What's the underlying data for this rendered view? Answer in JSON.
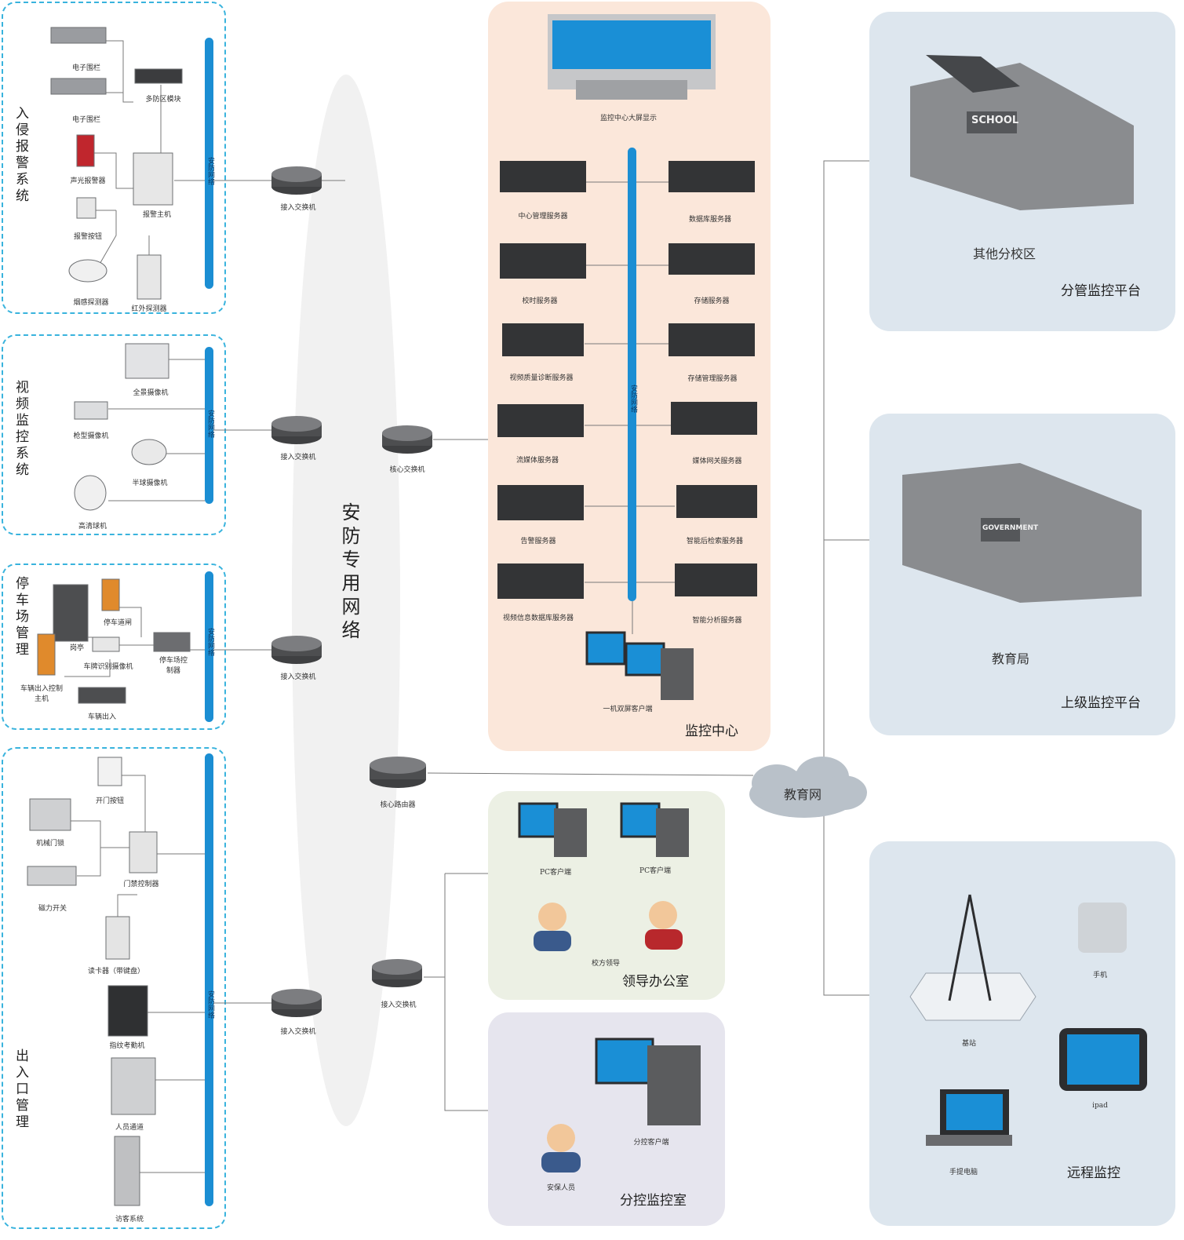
{
  "network": {
    "title": "安防专用网络",
    "bus_label": "安防网络"
  },
  "sections": {
    "intrusion": {
      "title": "入侵报警系统",
      "devices": [
        "电子围栏",
        "多防区模块",
        "电子围栏",
        "声光报警器",
        "报警主机",
        "报警按钮",
        "烟感探测器",
        "红外探测器"
      ]
    },
    "video": {
      "title": "视频监控系统",
      "devices": [
        "全景摄像机",
        "枪型摄像机",
        "半球摄像机",
        "高清球机"
      ]
    },
    "parking": {
      "title": "停车场管理",
      "devices": [
        "停车道闸",
        "岗亭",
        "车牌识别摄像机",
        "停车场控制器",
        "车辆出入控制主机",
        "车辆出入"
      ]
    },
    "access": {
      "title": "出入口管理",
      "devices": [
        "开门按钮",
        "机械门锁",
        "门禁控制器",
        "磁力开关",
        "读卡器（带键盘）",
        "指纹考勤机",
        "人员通道",
        "访客系统"
      ]
    }
  },
  "switches": {
    "access_switch": "接入交换机",
    "core_switch": "核心交换机",
    "core_router": "核心路由器"
  },
  "monitor_center": {
    "title": "监控中心",
    "big_screen": "监控中心大屏显示",
    "servers_left": [
      "中心管理服务器",
      "校时服务器",
      "视频质量诊断服务器",
      "流媒体服务器",
      "告警服务器",
      "视频信息数据库服务器"
    ],
    "servers_right": [
      "数据库服务器",
      "存储服务器",
      "存储管理服务器",
      "媒体网关服务器",
      "智能后检索服务器",
      "智能分析服务器"
    ],
    "client": "一机双屏客户端"
  },
  "leader_office": {
    "title": "领导办公室",
    "pc1": "PC客户端",
    "pc2": "PC客户端",
    "person": "校方领导"
  },
  "sub_control": {
    "title": "分控监控室",
    "client": "分控客户端",
    "person": "安保人员"
  },
  "edu_net": "教育网",
  "branch_campus": {
    "label": "其他分校区",
    "title": "分管监控平台",
    "sign": "SCHOOL"
  },
  "edu_bureau": {
    "label": "教育局",
    "title": "上级监控平台",
    "sign": "GOVERNMENT"
  },
  "remote": {
    "title": "远程监控",
    "devices": [
      "基站",
      "手机",
      "ipad",
      "手提电脑"
    ]
  },
  "colors": {
    "bus": "#1b8ed3",
    "dash": "#39b3dd",
    "center_bg": "#fbe7da",
    "office_bg": "#ecf0e4",
    "sub_bg": "#e6e5ee",
    "right_bg": "#dde6ee"
  }
}
